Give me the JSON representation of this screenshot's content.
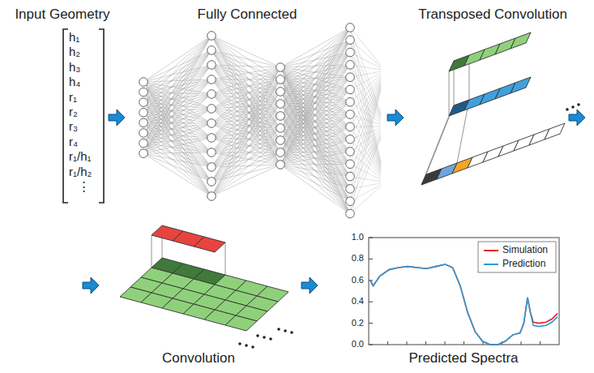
{
  "diagram": {
    "labels": [
      "Input Geometry",
      "Fully Connected",
      "Transposed Convolution",
      "h₁",
      "h₂",
      "h₃",
      "h₄",
      "r₁",
      "r₂",
      "r₃",
      "r₄",
      "r₁/h₁",
      "r₁/h₂",
      "⋮",
      "Convolution",
      "Predicted Spectra",
      "1.0",
      "0.8",
      "0.6",
      "0.4",
      "0.2",
      "0.0"
    ],
    "legend": [
      {
        "text": "Simulation"
      },
      {
        "text": "Prediction"
      }
    ]
  }
}
